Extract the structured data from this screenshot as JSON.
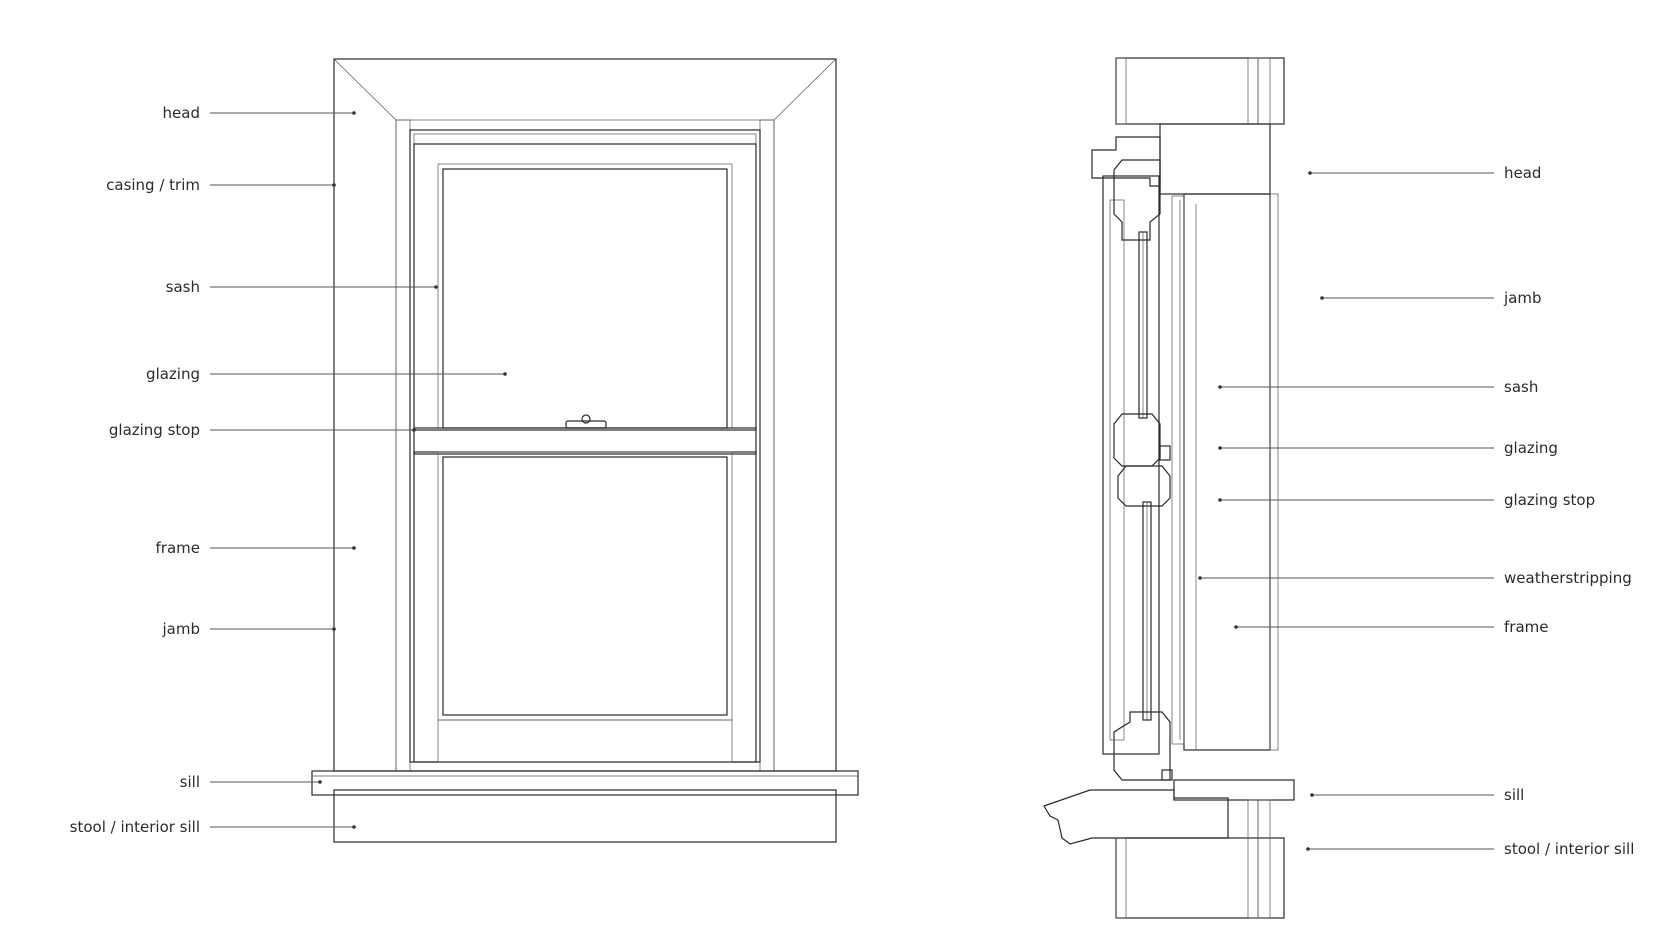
{
  "colors": {
    "glass": "#d9e9f6",
    "trim": "#ffffff",
    "shade": "#f1f1f0",
    "wood": "#f0ebe2",
    "line": "#2a2a2a"
  },
  "elevation_view": {
    "labels": [
      {
        "id": "head",
        "text": "head"
      },
      {
        "id": "casing",
        "text": "casing / trim"
      },
      {
        "id": "sash",
        "text": "sash"
      },
      {
        "id": "glazing",
        "text": "glazing"
      },
      {
        "id": "glazing-stop",
        "text": "glazing stop"
      },
      {
        "id": "frame",
        "text": "frame"
      },
      {
        "id": "jamb",
        "text": "jamb"
      },
      {
        "id": "sill",
        "text": "sill"
      },
      {
        "id": "stool",
        "text": "stool / interior sill"
      }
    ]
  },
  "section_view": {
    "labels": [
      {
        "id": "head",
        "text": "head"
      },
      {
        "id": "jamb",
        "text": "jamb"
      },
      {
        "id": "sash",
        "text": "sash"
      },
      {
        "id": "glazing",
        "text": "glazing"
      },
      {
        "id": "glazing-stop",
        "text": "glazing stop"
      },
      {
        "id": "weatherstripping",
        "text": "weatherstripping"
      },
      {
        "id": "frame",
        "text": "frame"
      },
      {
        "id": "sill",
        "text": "sill"
      },
      {
        "id": "stool",
        "text": "stool / interior sill"
      }
    ]
  }
}
